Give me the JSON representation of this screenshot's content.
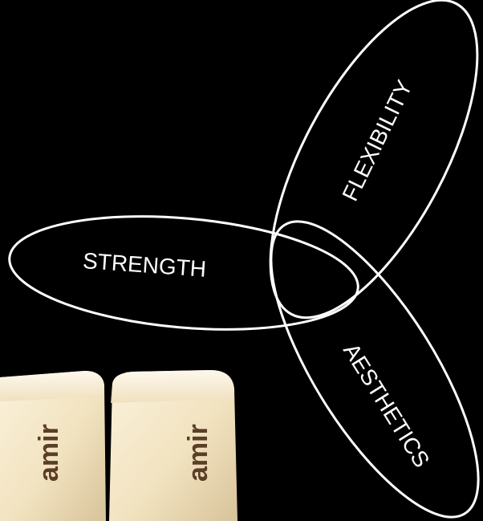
{
  "diagram": {
    "labels": {
      "strength": "STRENGTH",
      "flexibility": "FLEXIBILITY",
      "aesthetics": "AESTHETICS"
    },
    "stroke_color": "#ffffff",
    "background_color": "#000000"
  },
  "photo": {
    "product_text": "amir",
    "product_text_2": "amir"
  }
}
